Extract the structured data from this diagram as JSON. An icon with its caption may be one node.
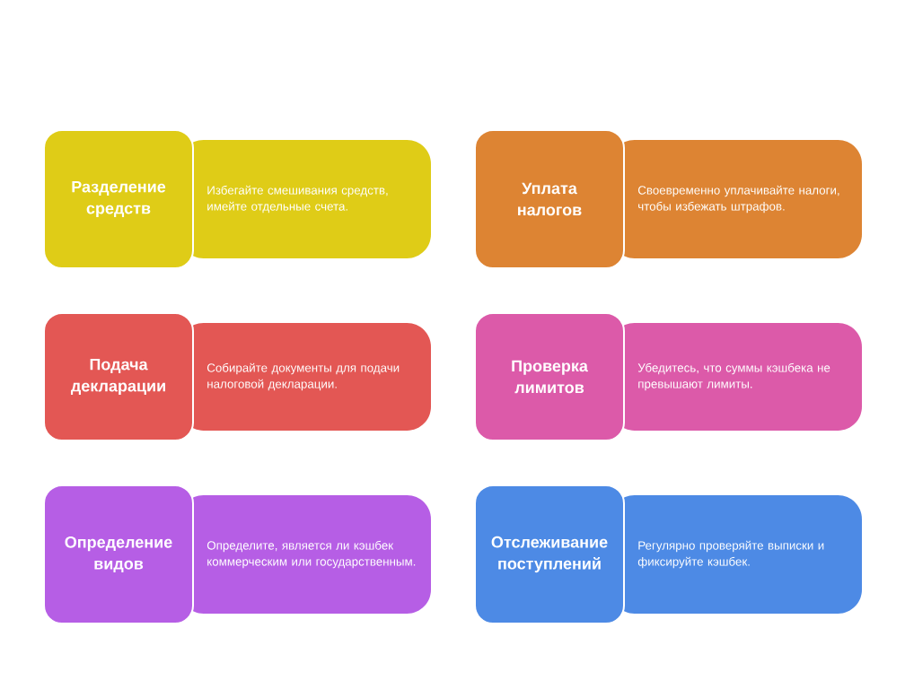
{
  "diagram": {
    "nodes": [
      {
        "text": [
          "Разделение средств"
        ]
      },
      {
        "text": [
          "Избегайте смешивания средств, имейте отдельные счета."
        ]
      },
      {
        "text": [
          "Уплата налогов"
        ]
      },
      {
        "text": [
          "Своевременно уплачивайте налоги, чтобы избежать штрафов."
        ]
      },
      {
        "text": [
          "Подача декларации"
        ]
      },
      {
        "text": [
          "Собирайте документы для подачи налоговой декларации."
        ]
      },
      {
        "text": [
          "Проверка лимитов"
        ]
      },
      {
        "text": [
          "Убедитесь, что суммы кэшбека не превышают лимиты."
        ]
      },
      {
        "text": [
          "Определение видов"
        ]
      },
      {
        "text": [
          "Определите, является ли кэшбек коммерческим или государственным."
        ]
      },
      {
        "text": [
          "Отслеживание поступлений"
        ]
      },
      {
        "text": [
          "Регулярно проверяйте выписки и фиксируйте кэшбек."
        ]
      }
    ]
  }
}
